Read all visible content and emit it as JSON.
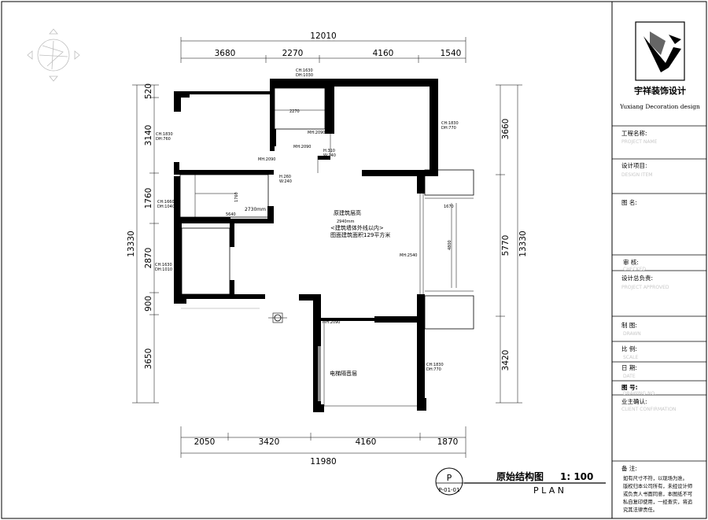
{
  "plan": {
    "dims_top": {
      "overall": "12010",
      "segments": [
        "3680",
        "2270",
        "4160",
        "1540"
      ]
    },
    "dims_bottom": {
      "overall": "11980",
      "segments": [
        "2050",
        "3420",
        "4160",
        "1870"
      ]
    },
    "dims_left": {
      "overall": "13330",
      "segments": [
        "520",
        "3140",
        "1760",
        "2870",
        "900",
        "3650"
      ]
    },
    "dims_right": {
      "overall": "13330",
      "segments": [
        "3660",
        "5770",
        "3420"
      ]
    },
    "window_tags": [
      "CH:1630\nDH:1030",
      "CH:1830\nDH:760",
      "CH:1830\nDH:770",
      "CH:1660\nDH:1040",
      "CH:1630\nDH:1010",
      "CH:1830\nDH:770"
    ],
    "door_tags": [
      "MH:2090",
      "MH:2090",
      "MH:2090",
      "MH:2540",
      "MH:2090"
    ],
    "beam_tags": [
      "H:310\nW:240",
      "H:260\nW:240"
    ],
    "small_dims": [
      "2270",
      "1670",
      "4800",
      "1760",
      "5640"
    ],
    "level_mark": "2730mm",
    "note_lines": [
      "原建筑层高",
      "2940mm",
      "<建筑墙体外线以内>",
      "图面建筑面积129平方米"
    ],
    "elevator_label": "电梯隔音层"
  },
  "title": {
    "name": "原始结构图",
    "scale": "1: 100",
    "plan_word": "P L A N",
    "circle_letter": "P",
    "circle_code": "P-01-01"
  },
  "title_block": {
    "logo_cn": "宇祥装饰设计",
    "logo_en": "Yuxiang Decoration design",
    "fields": [
      {
        "label": "工程名称:",
        "faint": "PROJECT NAME"
      },
      {
        "label": "设计项目:",
        "faint": "DESIGN ITEM"
      },
      {
        "label": "图  名:",
        "faint": ""
      },
      {
        "label": "审    核:",
        "faint": "CHECKED"
      },
      {
        "label": "设计总负责:",
        "faint": "PROJECT APPROVED"
      },
      {
        "label": "制    图:",
        "faint": "DRAWN"
      },
      {
        "label": "比    例:",
        "faint": "SCALE"
      },
      {
        "label": "日    期:",
        "faint": "DATE"
      },
      {
        "label": "图    号:",
        "faint": "DRAWING NO."
      },
      {
        "label": "业主确认:",
        "faint": "CLIENT CONFIRMATION"
      }
    ],
    "notes_label": "备  注:",
    "notes_lines": [
      "如有尺寸不符，以现场为准。",
      "版权归本公司所有，未经设计师",
      "或负责人书面同意，本图纸不可",
      "私自复印使用，一经查实，将追",
      "究其法律责任。"
    ]
  }
}
